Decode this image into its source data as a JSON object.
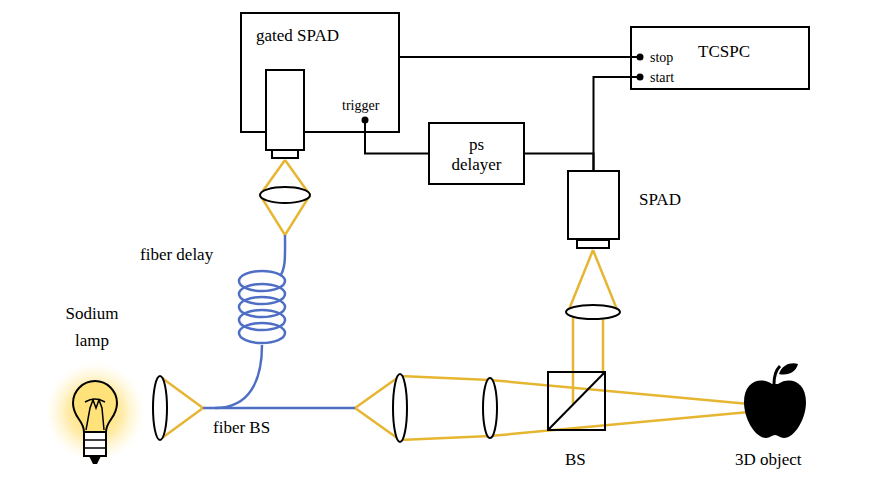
{
  "diagram": {
    "nodes": [
      {
        "text": [
          "gated SPAD",
          "trigger"
        ]
      },
      {
        "text": [
          "TCSPC",
          "stop",
          "start"
        ]
      },
      {
        "text": [
          "ps delayer"
        ]
      },
      {
        "text": [
          "SPAD"
        ]
      }
    ],
    "edges": [
      {
        "from": 0,
        "to": 1,
        "arrow": "none"
      },
      {
        "from": 3,
        "to": 1,
        "arrow": "none"
      },
      {
        "from": 3,
        "to": 2,
        "arrow": "none"
      },
      {
        "from": 2,
        "to": 0,
        "arrow": "none"
      }
    ],
    "labels": [
      "Sodium lamp",
      "fiber delay",
      "fiber BS",
      "BS",
      "3D object"
    ]
  }
}
